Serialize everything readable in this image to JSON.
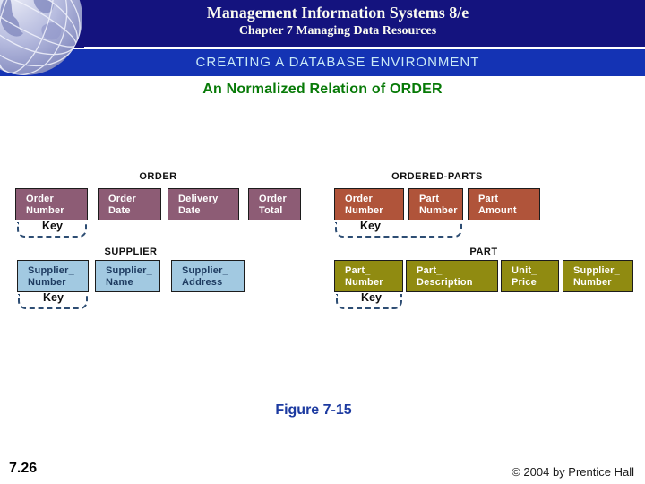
{
  "header": {
    "title": "Management Information Systems 8/e",
    "subtitle": "Chapter 7 Managing Data Resources",
    "banner": "CREATING A DATABASE ENVIRONMENT"
  },
  "slide": {
    "heading": "An Normalized Relation of ORDER",
    "figure_caption": "Figure 7-15",
    "page_number": "7.26",
    "copyright": "© 2004 by Prentice Hall"
  },
  "colors": {
    "header_bg": "#14137e",
    "header_text": "#fbfbf1",
    "banner_bg": "#1433b4",
    "banner_text": "#c9e9f6",
    "heading_green": "#077a07",
    "figure_blue": "#1c3aa0",
    "key_dash": "#2d4d73"
  },
  "diagram": {
    "key_label": "Key",
    "groups": [
      {
        "title": "ORDER",
        "box_color": "#8d5c75",
        "label_color": "#ffffff",
        "fields": [
          [
            "Order_",
            "Number"
          ],
          [
            "Order_",
            "Date"
          ],
          [
            "Delivery_",
            "Date"
          ],
          [
            "Order_",
            "Total"
          ]
        ]
      },
      {
        "title": "ORDERED-PARTS",
        "box_color": "#b0543a",
        "label_color": "#ffffff",
        "fields": [
          [
            "Order_",
            "Number"
          ],
          [
            "Part_",
            "Number"
          ],
          [
            "Part_",
            "Amount"
          ]
        ]
      },
      {
        "title": "SUPPLIER",
        "box_color": "#a2c9e1",
        "label_color": "#1d3a5f",
        "fields": [
          [
            "Supplier_",
            "Number"
          ],
          [
            "Supplier_",
            "Name"
          ],
          [
            "Supplier_",
            "Address"
          ]
        ]
      },
      {
        "title": "PART",
        "box_color": "#908b11",
        "label_color": "#ffffff",
        "fields": [
          [
            "Part_",
            "Number"
          ],
          [
            "Part_",
            "Description"
          ],
          [
            "Unit_",
            "Price"
          ],
          [
            "Supplier_",
            "Number"
          ]
        ]
      }
    ]
  }
}
